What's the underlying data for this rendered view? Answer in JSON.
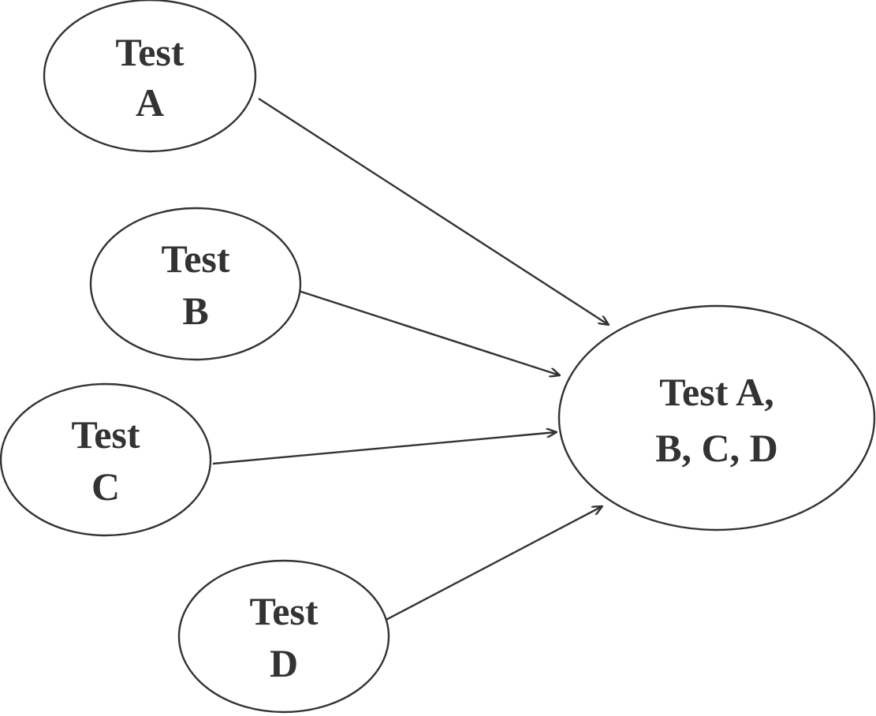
{
  "diagram": {
    "nodes": {
      "a": {
        "line1": "Test",
        "line2": "A"
      },
      "b": {
        "line1": "Test",
        "line2": "B"
      },
      "c": {
        "line1": "Test",
        "line2": "C"
      },
      "d": {
        "line1": "Test",
        "line2": "D"
      },
      "combined": {
        "line1": "Test A,",
        "line2": "B, C, D"
      }
    },
    "edges": [
      {
        "from": "a",
        "to": "combined"
      },
      {
        "from": "b",
        "to": "combined"
      },
      {
        "from": "c",
        "to": "combined"
      },
      {
        "from": "d",
        "to": "combined"
      }
    ],
    "colors": {
      "stroke": "#333333",
      "text": "#333333",
      "background": "#ffffff"
    }
  }
}
